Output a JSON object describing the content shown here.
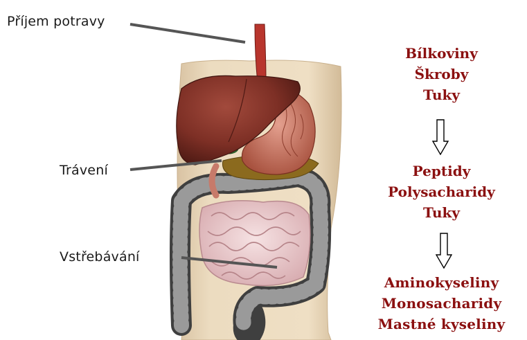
{
  "labels": {
    "intake": "Příjem potravy",
    "digestion": "Trávení",
    "absorption": "Vstřebávání"
  },
  "stages": [
    [
      "Bílkoviny",
      "Škroby",
      "Tuky"
    ],
    [
      "Peptidy",
      "Polysacharidy",
      "Tuky"
    ],
    [
      "Aminokyseliny",
      "Monosacharidy",
      "Mastné kyseliny"
    ]
  ],
  "colors": {
    "stage_text": "#8b1010",
    "leader_line": "#555555",
    "skin": "#e9d6b8",
    "liver": "#7a2b22",
    "esophagus": "#b5322c",
    "colon": "#4a4a4a",
    "small_intestine": "#e8c6c9"
  }
}
